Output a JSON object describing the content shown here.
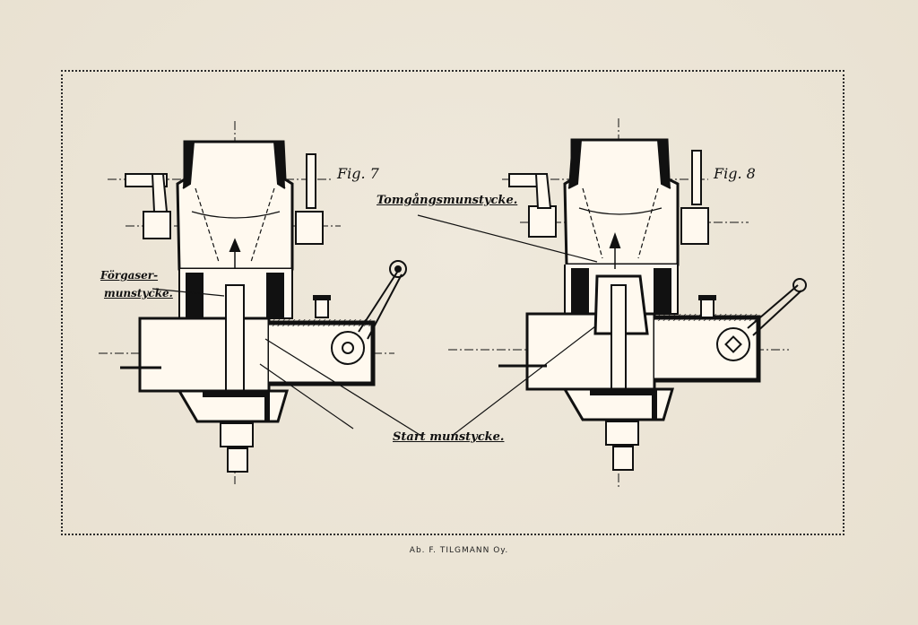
{
  "figures": {
    "fig7_label": "Fig. 7",
    "fig8_label": "Fig. 8"
  },
  "annotations": {
    "tomgangs": "Tomgångsmunstycke.",
    "forgaser_line1": "Förgaser-",
    "forgaser_line2": "munstycke.",
    "start": "Start munstycke."
  },
  "footer": {
    "credit": "Ab. F. TILGMANN Oy."
  },
  "colors": {
    "paper": "#ece5d8",
    "ink": "#111111"
  }
}
